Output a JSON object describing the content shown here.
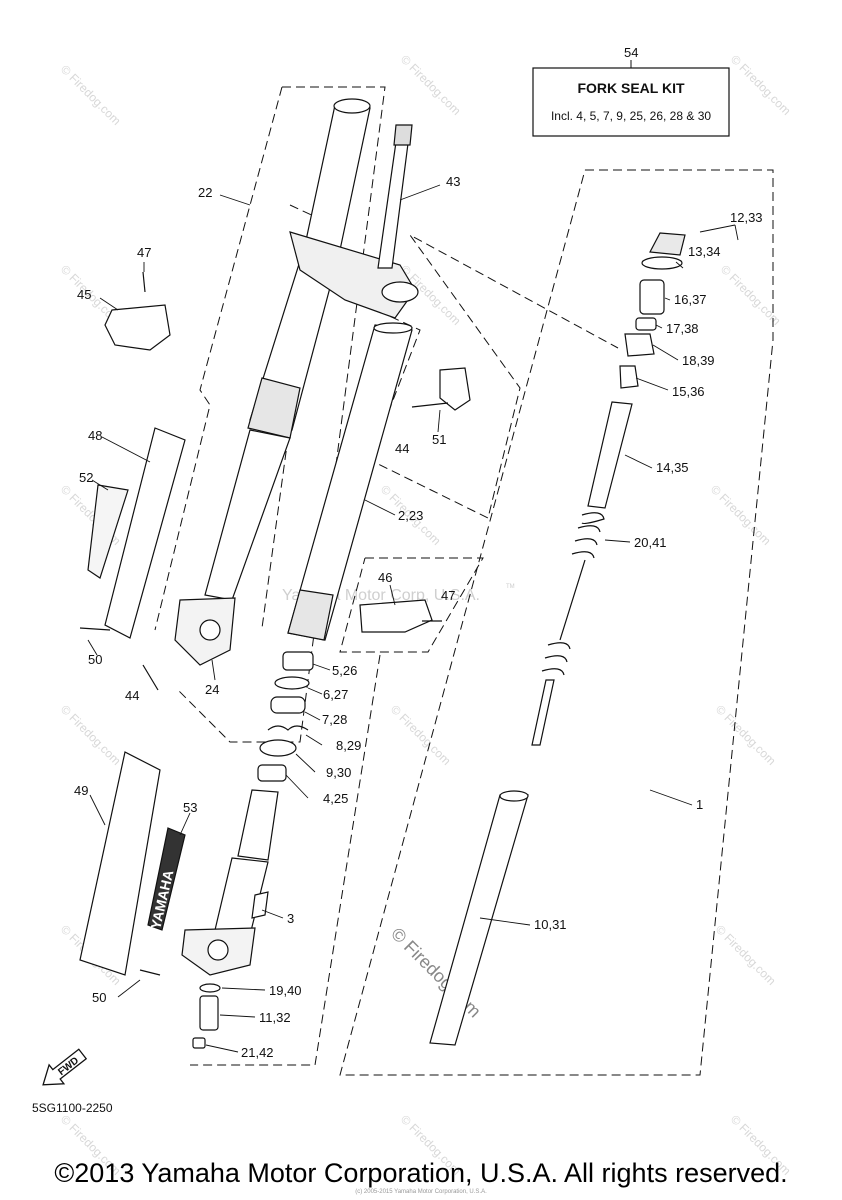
{
  "kit": {
    "number": "54",
    "title": "FORK SEAL KIT",
    "includes": "Incl. 4, 5, 7, 9, 25, 26, 28 & 30"
  },
  "callouts": {
    "c1": "1",
    "c2_23": "2,23",
    "c3": "3",
    "c4_25": "4,25",
    "c5_26": "5,26",
    "c6_27": "6,27",
    "c7_28": "7,28",
    "c8_29": "8,29",
    "c9_30": "9,30",
    "c10_31": "10,31",
    "c11_32": "11,32",
    "c12_33": "12,33",
    "c13_34": "13,34",
    "c14_35": "14,35",
    "c15_36": "15,36",
    "c16_37": "16,37",
    "c17_38": "17,38",
    "c18_39": "18,39",
    "c19_40": "19,40",
    "c20_41": "20,41",
    "c21_42": "21,42",
    "c22": "22",
    "c24": "24",
    "c44a": "44",
    "c44b": "44",
    "c45": "45",
    "c46": "46",
    "c47a": "47",
    "c47b": "47",
    "c48": "48",
    "c49": "49",
    "c50a": "50",
    "c50b": "50",
    "c51": "51",
    "c52": "52",
    "c53": "53"
  },
  "fwd_label": "FWD",
  "guard_brand": "YAMAHA",
  "diagram_code": "5SG1100-2250",
  "ghost_watermark": "Yamaha Motor Corp, U.S.A.",
  "ghost_tm": "TM",
  "firedog_watermark": "© Firedog.com",
  "firedog_small": "© Firedog.com",
  "copyright": "©2013 Yamaha Motor Corporation, U.S.A. All rights reserved.",
  "tiny_copyright": "(c) 2005-2015 Yamaha Motor Corporation, U.S.A."
}
